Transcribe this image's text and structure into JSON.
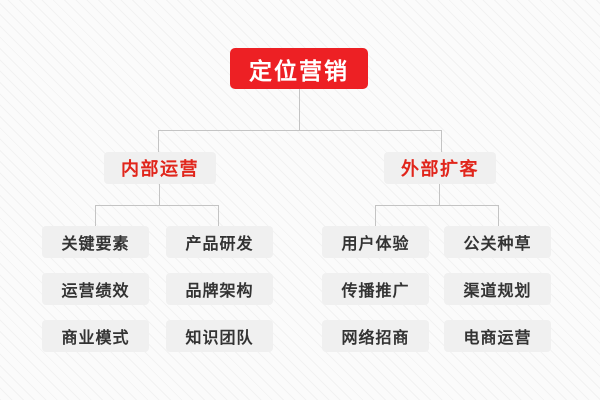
{
  "diagram": {
    "type": "hierarchy-tree",
    "title": "定位营销",
    "background_color": "#fbfbfb",
    "accent_color": "#ED2024",
    "node_fill_color": "#f0f0f0",
    "connector_color": "#c4c4c4",
    "root": {
      "label": "定位营销"
    },
    "branches": [
      {
        "label": "内部运营",
        "children": [
          {
            "label": "关键要素"
          },
          {
            "label": "产品研发"
          },
          {
            "label": "运营绩效"
          },
          {
            "label": "品牌架构"
          },
          {
            "label": "商业模式"
          },
          {
            "label": "知识团队"
          }
        ]
      },
      {
        "label": "外部扩客",
        "children": [
          {
            "label": "用户体验"
          },
          {
            "label": "公关种草"
          },
          {
            "label": "传播推广"
          },
          {
            "label": "渠道规划"
          },
          {
            "label": "网络招商"
          },
          {
            "label": "电商运营"
          }
        ]
      }
    ]
  }
}
